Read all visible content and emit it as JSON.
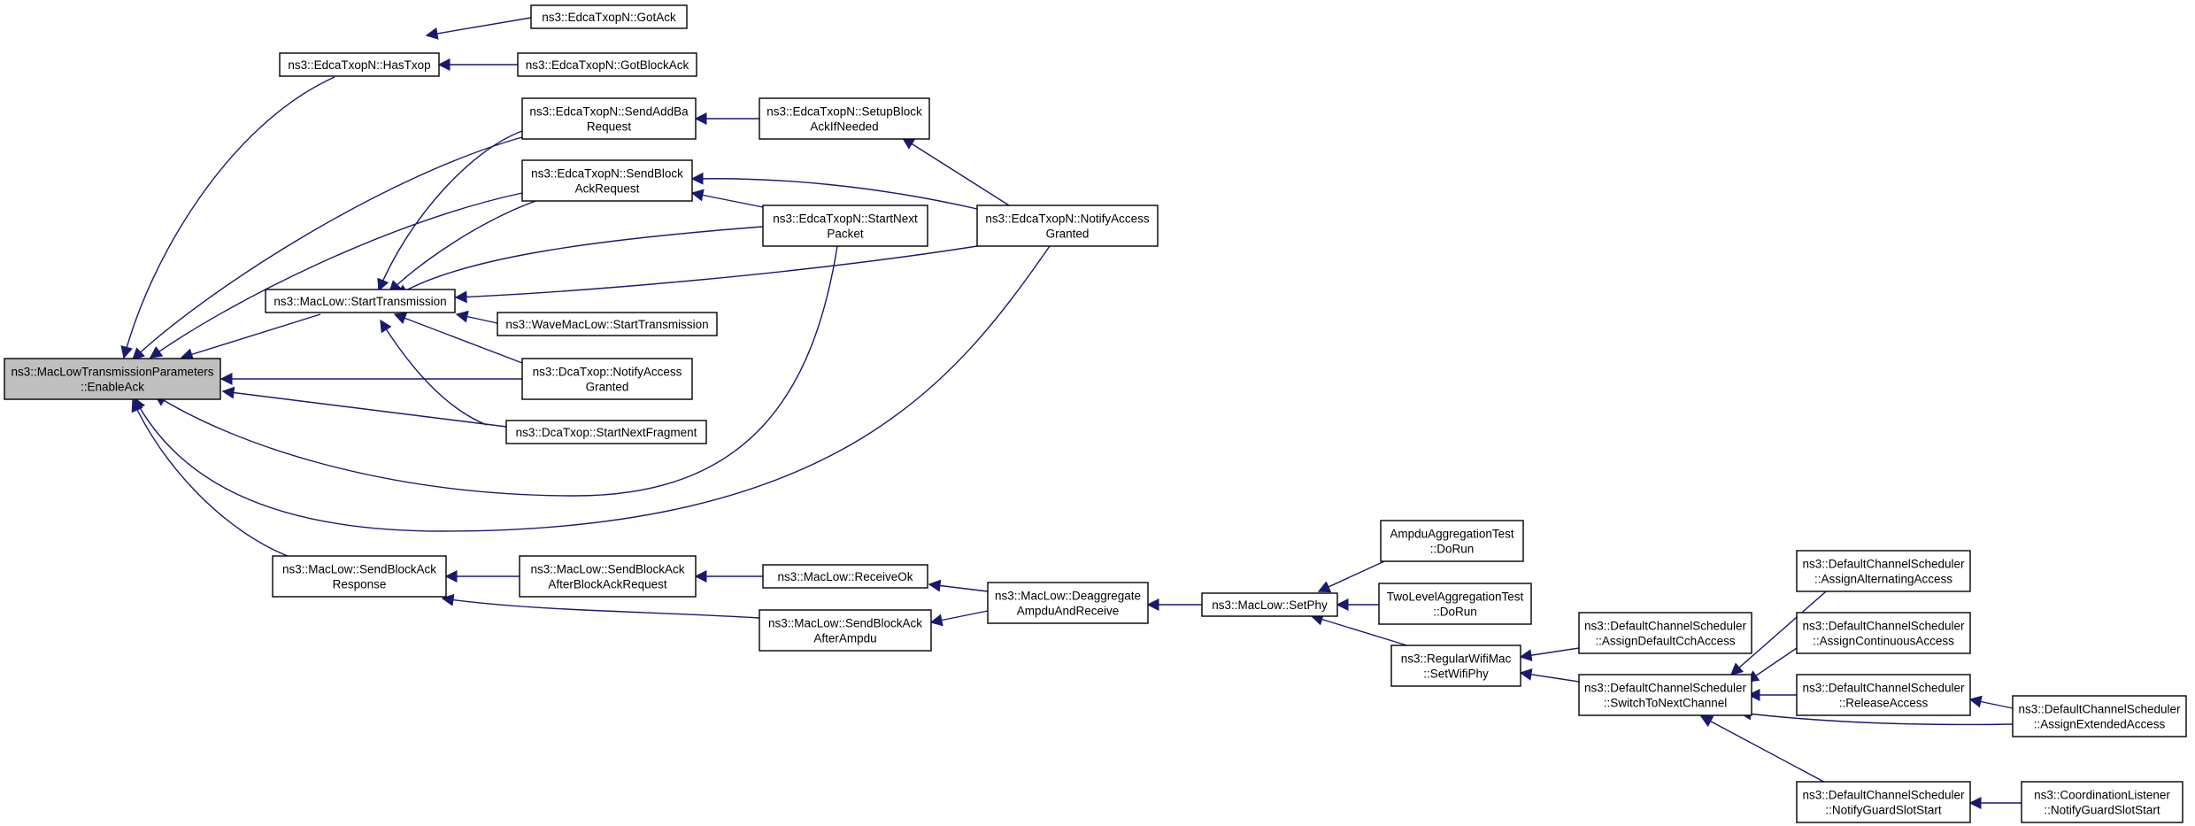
{
  "graph": {
    "colors": {
      "edge": "#191970",
      "node_border": "#000000",
      "node_fill": "#ffffff",
      "focus_fill": "#bfbfbf"
    },
    "nodes": {
      "enableack": [
        "ns3::MacLowTransmissionParameters",
        "::EnableAck"
      ],
      "hastxop": [
        "ns3::EdcaTxopN::HasTxop"
      ],
      "gotack": [
        "ns3::EdcaTxopN::GotAck"
      ],
      "gotblockack": [
        "ns3::EdcaTxopN::GotBlockAck"
      ],
      "sendaddba": [
        "ns3::EdcaTxopN::SendAddBa",
        "Request"
      ],
      "setupblockack": [
        "ns3::EdcaTxopN::SetupBlock",
        "AckIfNeeded"
      ],
      "sendblockackreq": [
        "ns3::EdcaTxopN::SendBlock",
        "AckRequest"
      ],
      "startnextpacket": [
        "ns3::EdcaTxopN::StartNext",
        "Packet"
      ],
      "notifyaccessgranted_edca": [
        "ns3::EdcaTxopN::NotifyAccess",
        "Granted"
      ],
      "starttransmission": [
        "ns3::MacLow::StartTransmission"
      ],
      "wavestarttransmission": [
        "ns3::WaveMacLow::StartTransmission"
      ],
      "dcanotifyaccess": [
        "ns3::DcaTxop::NotifyAccess",
        "Granted"
      ],
      "dcastartnextfragment": [
        "ns3::DcaTxop::StartNextFragment"
      ],
      "sendblockackresponse": [
        "ns3::MacLow::SendBlockAck",
        "Response"
      ],
      "sendblockackafterreq": [
        "ns3::MacLow::SendBlockAck",
        "AfterBlockAckRequest"
      ],
      "receiveok": [
        "ns3::MacLow::ReceiveOk"
      ],
      "sendblockackafterampdu": [
        "ns3::MacLow::SendBlockAck",
        "AfterAmpdu"
      ],
      "deaggregate": [
        "ns3::MacLow::Deaggregate",
        "AmpduAndReceive"
      ],
      "setphy": [
        "ns3::MacLow::SetPhy"
      ],
      "ampdutest": [
        "AmpduAggregationTest",
        "::DoRun"
      ],
      "twoleveltest": [
        "TwoLevelAggregationTest",
        "::DoRun"
      ],
      "setwifiphy": [
        "ns3::RegularWifiMac",
        "::SetWifiPhy"
      ],
      "assigndefaultcch": [
        "ns3::DefaultChannelScheduler",
        "::AssignDefaultCchAccess"
      ],
      "switchtonext": [
        "ns3::DefaultChannelScheduler",
        "::SwitchToNextChannel"
      ],
      "assignalternating": [
        "ns3::DefaultChannelScheduler",
        "::AssignAlternatingAccess"
      ],
      "assigncontinuous": [
        "ns3::DefaultChannelScheduler",
        "::AssignContinuousAccess"
      ],
      "releaseaccess": [
        "ns3::DefaultChannelScheduler",
        "::ReleaseAccess"
      ],
      "assignextended": [
        "ns3::DefaultChannelScheduler",
        "::AssignExtendedAccess"
      ],
      "notifyguardslot": [
        "ns3::DefaultChannelScheduler",
        "::NotifyGuardSlotStart"
      ],
      "coordlistener": [
        "ns3::CoordinationListener",
        "::NotifyGuardSlotStart"
      ]
    }
  }
}
